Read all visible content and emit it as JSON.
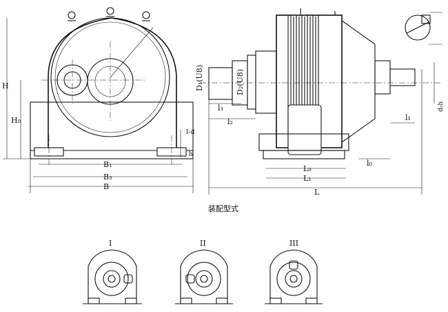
{
  "labels": {
    "H": "H",
    "H0": "H₀",
    "D1": "D₁(U8)",
    "D2": "D₂(U8)",
    "l1": "l₁",
    "l2": "l₂",
    "l3": "l₃",
    "l0": "l₀",
    "L": "L",
    "L0": "L₀",
    "L1": "L₁",
    "B": "B",
    "B1": "B₁",
    "B3": "B₃",
    "h": "h",
    "bolt": "I-d",
    "shaft_end": "d₂h"
  },
  "caption": "装配型式",
  "variants": [
    "I",
    "II",
    "III"
  ]
}
